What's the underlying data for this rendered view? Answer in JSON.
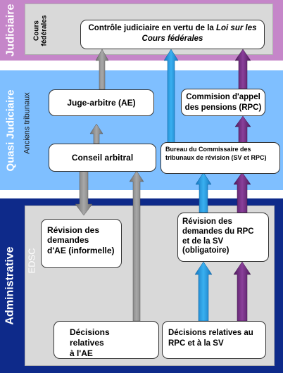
{
  "bands": {
    "judiciaire": {
      "label": "Judiciaire",
      "color": "#c586c9"
    },
    "quasi": {
      "label": "Quasi Judiciaire",
      "sublabel": "Anciens tribunaux",
      "color": "#7fbfff"
    },
    "administrative": {
      "label": "Administrative",
      "sublabel": "EDSC",
      "color": "#0e2a8a"
    }
  },
  "cours_label": "Cours\nfédérales",
  "boxes": {
    "controle": {
      "text_start": "Contrôle judiciaire en vertu de la ",
      "text_italic": "Loi sur les Cours fédérales"
    },
    "juge_arbitre": "Juge-arbitre (AE)",
    "commission": "Commision d'appel\ndes pensions (RPC)",
    "conseil": "Conseil arbitral",
    "bureau": "Bureau du Commissaire des tribunaux de révision (SV et RPC)",
    "revision_ae": "Révision des\ndemandes\nd'AE (informelle)",
    "revision_rpc": "Révision des\ndemandes du RPC\net de la SV\n(obligatoire)",
    "decisions_ae": "Décisions relatives\nà l'AE",
    "decisions_rpc": "Décisions relatives au\nRPC et à la SV"
  },
  "arrow_colors": {
    "gray": "#808080",
    "blue": "#1e90d8",
    "purple": "#6b2a7c"
  }
}
